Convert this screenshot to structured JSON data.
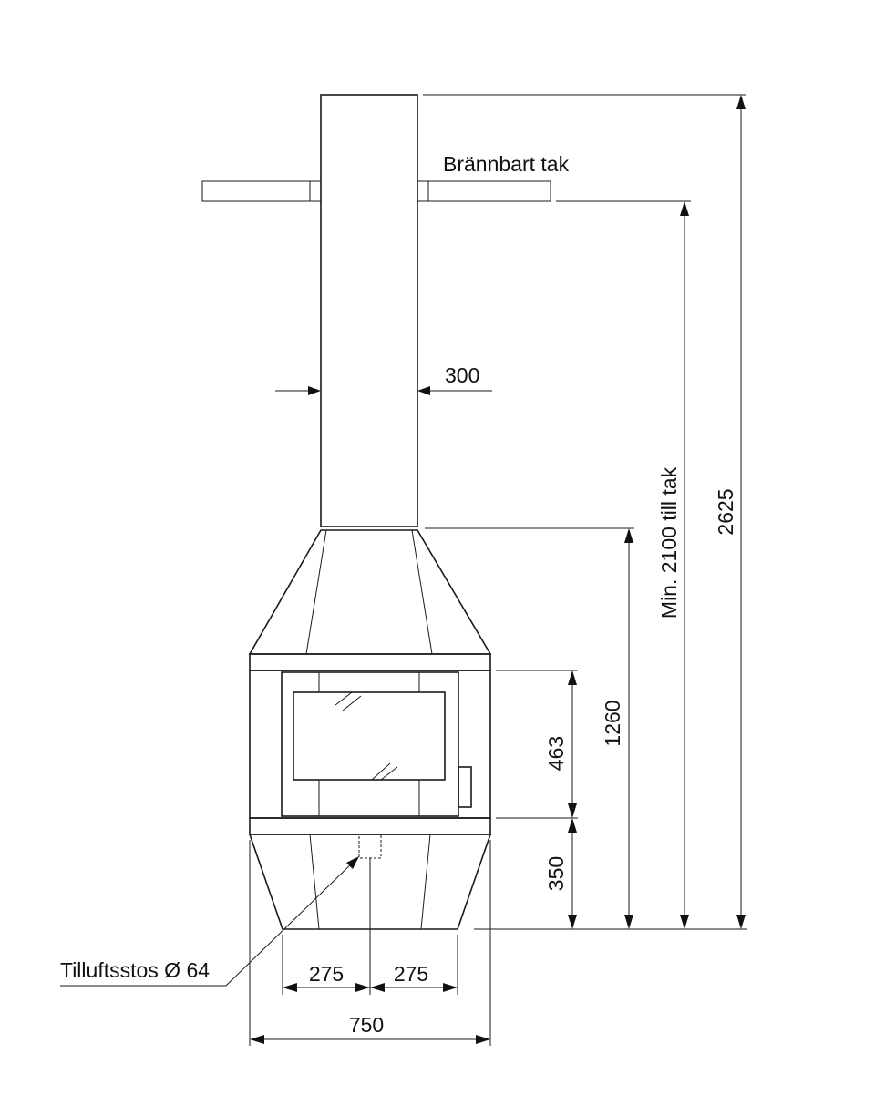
{
  "labels": {
    "ceiling": "Brännbart tak",
    "air_inlet": "Tilluftsstos Ø 64",
    "min_to_ceiling": "Min. 2100 till tak"
  },
  "dimensions": {
    "chimney_width": "300",
    "total_height": "2625",
    "hood_height": "1260",
    "door_height": "463",
    "base_height": "350",
    "half_width_left": "275",
    "half_width_right": "275",
    "total_width": "750"
  }
}
